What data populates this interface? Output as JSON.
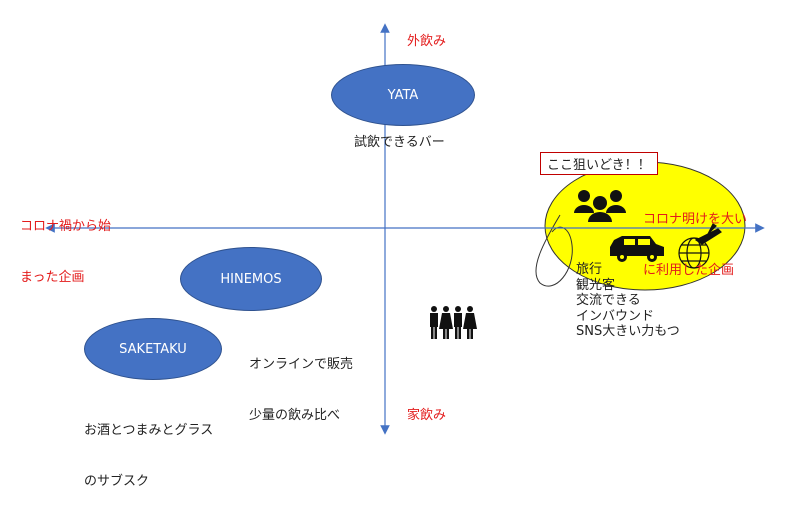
{
  "axes": {
    "top_label": "外飲み",
    "bottom_label": "家飲み"
  },
  "left_note": [
    "コロナ禍から始",
    "まった企画"
  ],
  "right_note": [
    "コロナ明けを大い",
    "に利用した企画"
  ],
  "callout": "ここ狙いどき！！",
  "bubbles": {
    "yata": {
      "name": "YATA",
      "desc": "試飲できるバー"
    },
    "hinemos": {
      "name": "HINEMOS",
      "desc": [
        "オンラインで販売",
        "少量の飲み比べ"
      ]
    },
    "saketaku": {
      "name": "SAKETAKU",
      "desc": [
        "お酒とつまみとグラス",
        "のサブスク"
      ]
    }
  },
  "target_list": [
    "旅行",
    "観光客",
    "交流できる",
    "インバウンド",
    "SNS大きい力もつ"
  ],
  "icons": [
    "group-icon",
    "car-icon",
    "travel-globe-icon",
    "family-icon"
  ],
  "colors": {
    "axis": "#4472c4",
    "bubble": "#4472c4",
    "highlight": "#ffff00",
    "accent_red": "#e31b1b"
  }
}
